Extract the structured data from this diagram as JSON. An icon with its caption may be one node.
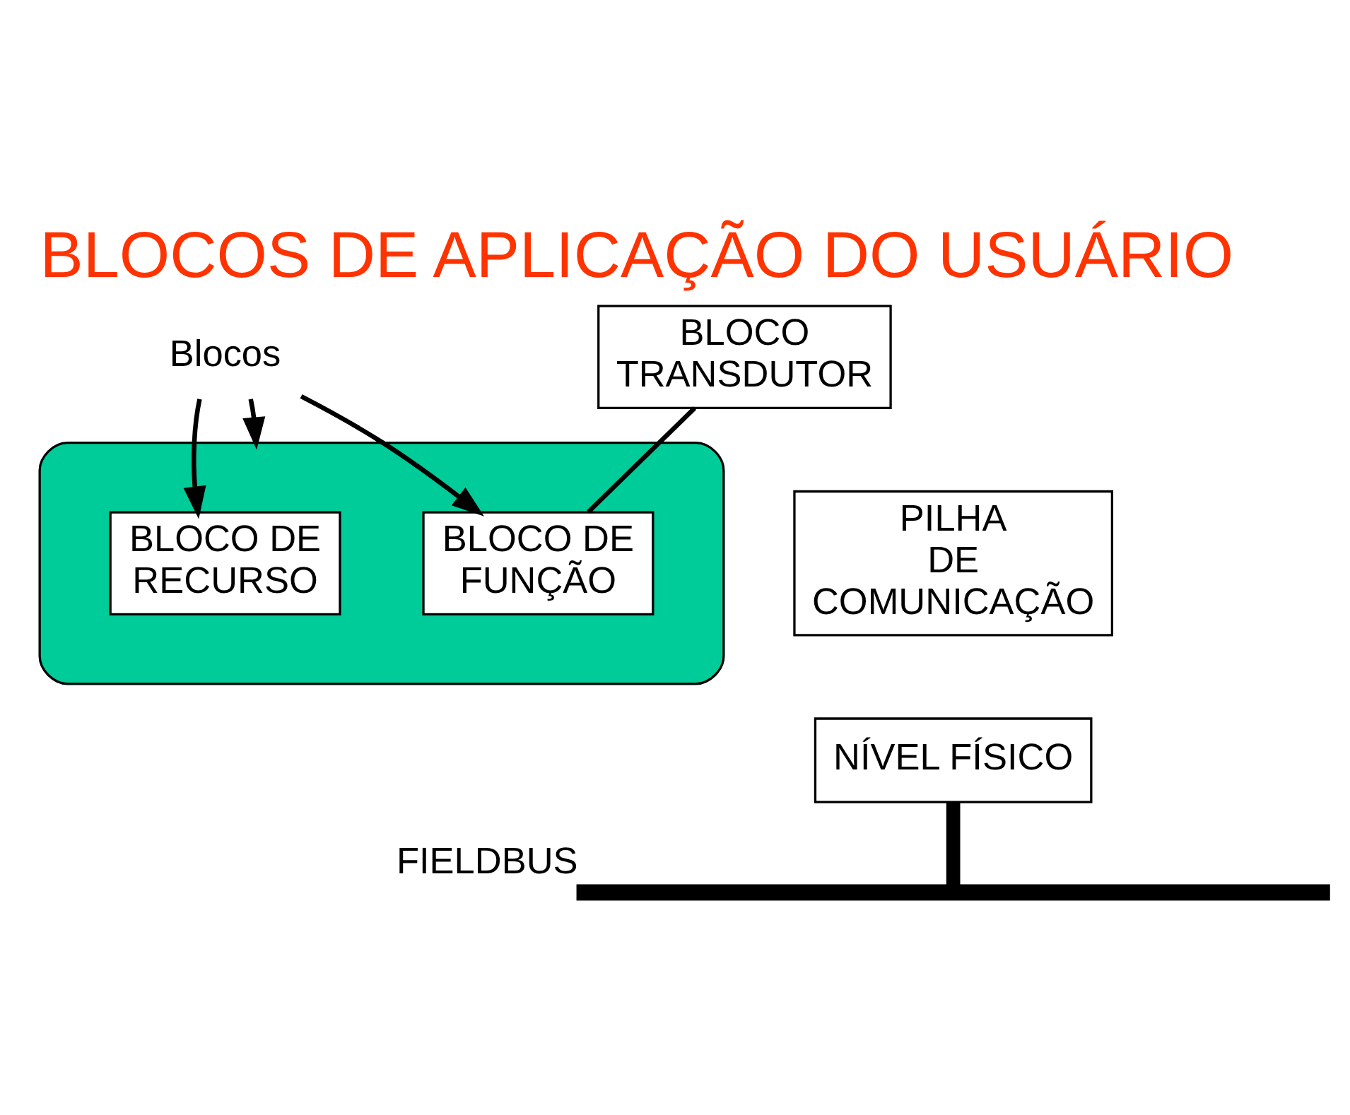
{
  "diagram": {
    "title": "BLOCOS DE APLICAÇÃO DO USUÁRIO",
    "nodes": [
      {
        "text": [],
        "shape": "ellipse"
      },
      {
        "text": [
          "BLOCO DE RECURSO"
        ],
        "in": 0
      },
      {
        "text": [
          "BLOCO DE FUNÇÃO"
        ],
        "in": 0
      },
      {
        "text": [
          "BLOCO TRANSDUTOR"
        ]
      },
      {
        "text": [
          "Blocos"
        ]
      },
      {
        "text": [
          "PILHA DE COMUNICAÇÃO"
        ]
      },
      {
        "text": [
          "NÍVEL FÍSICO"
        ]
      },
      {
        "text": [],
        "shape": "bar",
        "beside": [
          "FIELDBUS"
        ]
      }
    ],
    "edges": [
      {
        "from": 4,
        "to": 1,
        "arrow": "to"
      },
      {
        "from": 4,
        "to": 0,
        "arrow": "to"
      },
      {
        "from": 4,
        "to": 2,
        "arrow": "to"
      },
      {
        "from": 3,
        "to": 2,
        "arrow": "none"
      },
      {
        "from": 6,
        "to": 7,
        "arrow": "none",
        "style": "thick"
      }
    ]
  }
}
